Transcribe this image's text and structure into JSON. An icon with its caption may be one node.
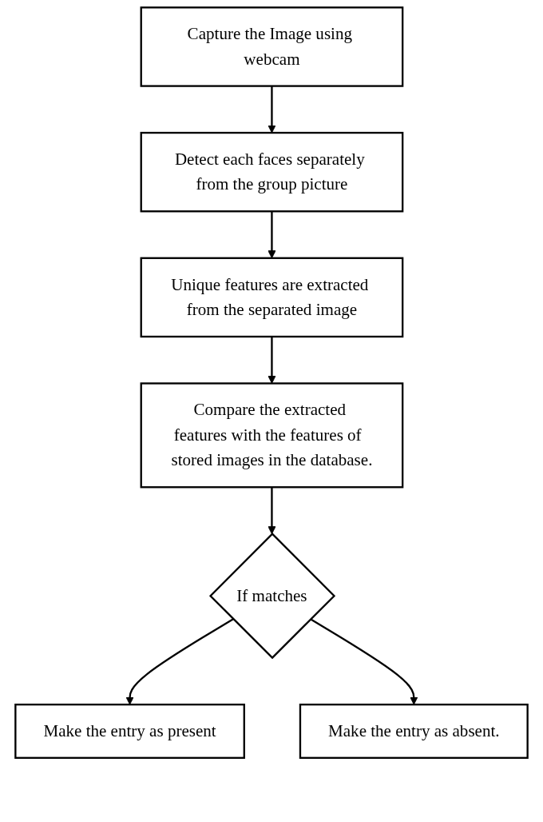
{
  "diagram": {
    "nodes": [
      {
        "text": [
          "Capture the Image using webcam"
        ]
      },
      {
        "text": [
          "Detect each faces separately from the group picture"
        ]
      },
      {
        "text": [
          "Unique features are extracted from the separated image"
        ]
      },
      {
        "text": [
          "Compare the extracted features with the features of  stored images in the database."
        ]
      },
      {
        "text": [
          "If matches"
        ]
      },
      {
        "text": [
          "Make the entry as present"
        ]
      },
      {
        "text": [
          "Make the entry as absent."
        ]
      }
    ],
    "edges": [
      {
        "from": 0,
        "to": 1,
        "arrow": "to"
      },
      {
        "from": 1,
        "to": 2,
        "arrow": "to"
      },
      {
        "from": 2,
        "to": 3,
        "arrow": "to"
      },
      {
        "from": 3,
        "to": 4,
        "arrow": "to"
      },
      {
        "from": 4,
        "to": 5,
        "arrow": "to"
      },
      {
        "from": 4,
        "to": 6,
        "arrow": "to"
      }
    ]
  }
}
